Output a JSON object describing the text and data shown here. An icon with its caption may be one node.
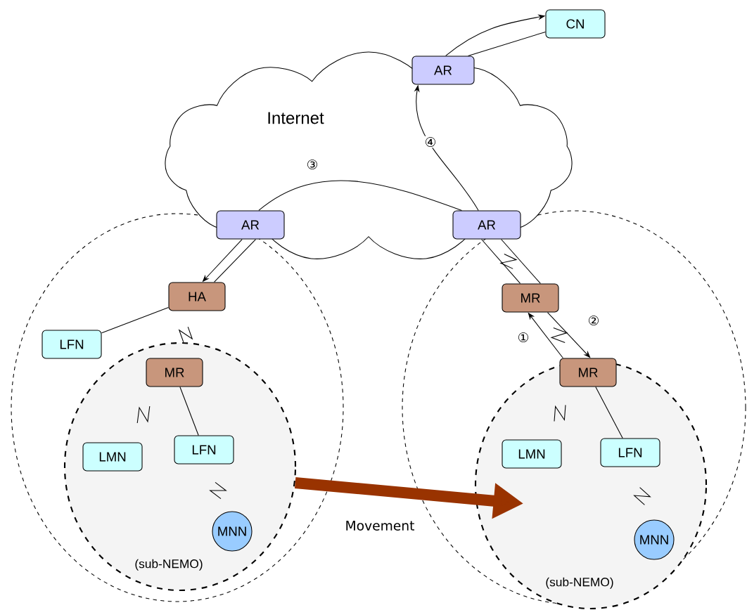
{
  "diagram": {
    "nodes": [
      {
        "text": [
          "Internet"
        ]
      },
      {
        "text": [
          "AR"
        ],
        "in": 0
      },
      {
        "text": [
          "CN"
        ]
      },
      {
        "text": [
          "AR"
        ],
        "in": 0
      },
      {
        "text": [
          "AR"
        ],
        "in": 0
      },
      {
        "text": [],
        "shape": "circle"
      },
      {
        "text": [
          "HA"
        ],
        "in": 5
      },
      {
        "text": [
          "LFN"
        ],
        "in": 5
      },
      {
        "text": [
          "(sub-NEMO)"
        ],
        "in": 5
      },
      {
        "text": [
          "MR"
        ],
        "in": 8
      },
      {
        "text": [
          "LMN"
        ],
        "in": 8
      },
      {
        "text": [
          "LFN"
        ],
        "in": 8
      },
      {
        "text": [
          "MNN"
        ],
        "in": 8
      },
      {
        "text": [],
        "shape": "circle"
      },
      {
        "text": [
          "MR"
        ],
        "in": 13
      },
      {
        "text": [
          "(sub-NEMO)"
        ],
        "in": 13
      },
      {
        "text": [
          "MR"
        ],
        "in": 15
      },
      {
        "text": [
          "LMN"
        ],
        "in": 15
      },
      {
        "text": [
          "LFN"
        ],
        "in": 15
      },
      {
        "text": [
          "MNN"
        ],
        "in": 15
      }
    ],
    "edges": [
      {
        "from": 1,
        "to": 2,
        "arrow": "to"
      },
      {
        "from": 2,
        "to": 1,
        "arrow": "none"
      },
      {
        "from": 4,
        "to": 1,
        "arrow": "to",
        "label": "④"
      },
      {
        "from": 3,
        "to": 4,
        "arrow": "none",
        "label": "③"
      },
      {
        "from": 3,
        "to": 6,
        "arrow": "to"
      },
      {
        "from": 6,
        "to": 3,
        "arrow": "none"
      },
      {
        "from": 6,
        "to": 7,
        "arrow": "none"
      },
      {
        "from": 6,
        "to": 9,
        "arrow": "none"
      },
      {
        "from": 9,
        "to": 10,
        "arrow": "none"
      },
      {
        "from": 9,
        "to": 11,
        "arrow": "none"
      },
      {
        "from": 11,
        "to": 12,
        "arrow": "none"
      },
      {
        "from": 4,
        "to": 14,
        "arrow": "none"
      },
      {
        "from": 4,
        "to": 14,
        "arrow": "none"
      },
      {
        "from": 4,
        "to": 14,
        "arrow": "none"
      },
      {
        "from": 16,
        "to": 14,
        "arrow": "to",
        "label": "①"
      },
      {
        "from": 14,
        "to": 16,
        "arrow": "to",
        "label": "②"
      },
      {
        "from": 14,
        "to": 16,
        "arrow": "none"
      },
      {
        "from": 16,
        "to": 17,
        "arrow": "none"
      },
      {
        "from": 16,
        "to": 18,
        "arrow": "none"
      },
      {
        "from": 18,
        "to": 19,
        "arrow": "none"
      },
      {
        "from": 8,
        "to": 15,
        "arrow": "to",
        "label": "Movement",
        "style": "thick",
        "color": "#993300"
      }
    ]
  }
}
